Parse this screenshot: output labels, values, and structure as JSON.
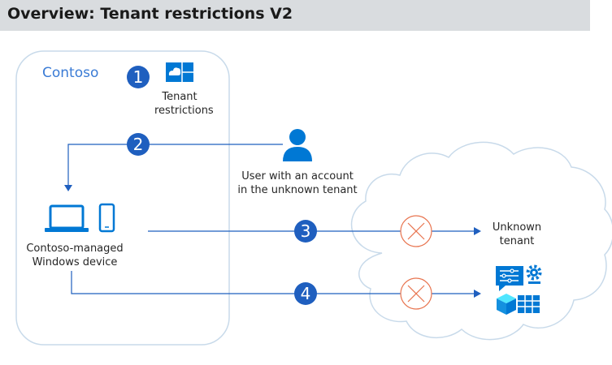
{
  "header": {
    "title": "Overview: Tenant restrictions V2"
  },
  "contoso": {
    "label": "Contoso"
  },
  "tenant_restrictions": {
    "label_line1": "Tenant",
    "label_line2": "restrictions"
  },
  "user": {
    "label_line1": "User with an account",
    "label_line2": "in the unknown tenant"
  },
  "device": {
    "label_line1": "Contoso-managed",
    "label_line2": "Windows device"
  },
  "unknown_tenant": {
    "label_line1": "Unknown",
    "label_line2": "tenant"
  },
  "steps": [
    "1",
    "2",
    "3",
    "4"
  ],
  "colors": {
    "accent": "#1f5fbf",
    "icon_blue": "#0078d4",
    "block_orange": "#e8744f",
    "outline": "#c8daea"
  }
}
